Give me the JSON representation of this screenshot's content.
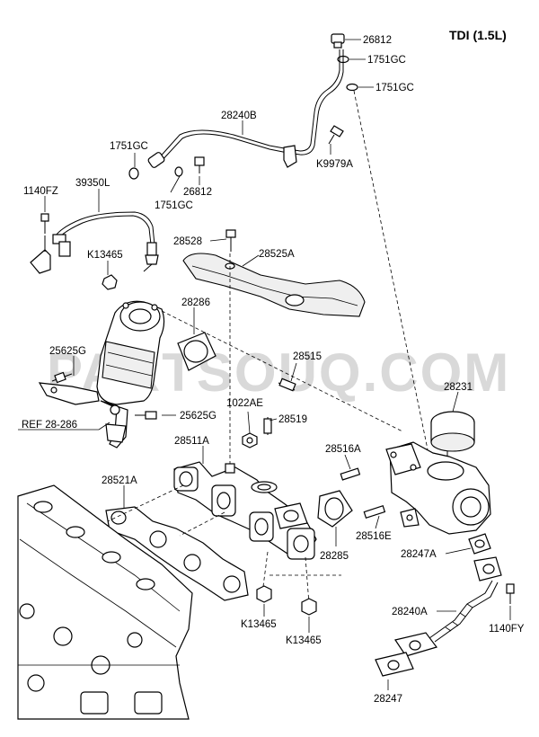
{
  "title": "TDI (1.5L)",
  "watermark": "PARTSOUQ.COM",
  "labels": {
    "p26812_top": "26812",
    "p1751gc_a": "1751GC",
    "p1751gc_b": "1751GC",
    "p28240b": "28240B",
    "p1751gc_left": "1751GC",
    "pk9979a": "K9979A",
    "p1140fz": "1140FZ",
    "p39350l": "39350L",
    "p26812_mid": "26812",
    "p1751gc_mid": "1751GC",
    "p28528": "28528",
    "p28525a": "28525A",
    "pk13465_top": "K13465",
    "p28286": "28286",
    "p25625g_top": "25625G",
    "p28515": "28515",
    "p28231": "28231",
    "p1022ae": "1022AE",
    "p28519": "28519",
    "pref": "REF 28-286",
    "p25625g_low": "25625G",
    "p28511a": "28511A",
    "p28516a": "28516A",
    "p28521a": "28521A",
    "p28516e": "28516E",
    "p28285": "28285",
    "p28247a": "28247A",
    "p28240a": "28240A",
    "pk13465_a": "K13465",
    "pk13465_b": "K13465",
    "p1140fy": "1140FY",
    "p28247": "28247"
  }
}
